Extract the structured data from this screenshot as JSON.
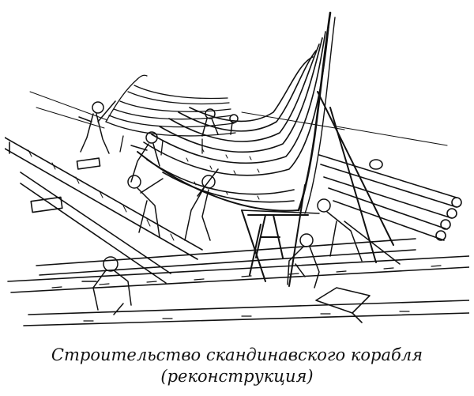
{
  "figure": {
    "caption_line1": "Строительство скандинавского корабля",
    "caption_line2": "(реконструкция)"
  },
  "colors": {
    "ink": "#111111",
    "paper": "#ffffff"
  },
  "illustration": {
    "subject": "shipbuilders-at-work-engraving"
  }
}
